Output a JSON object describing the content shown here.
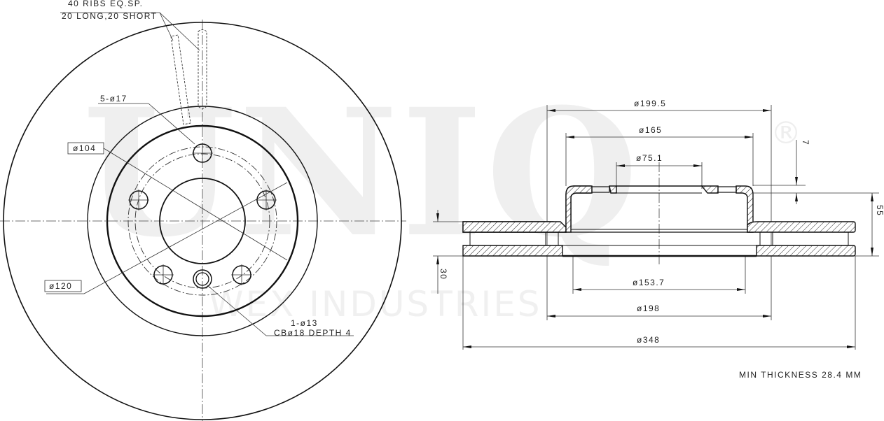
{
  "watermark": {
    "brand": "UNIQ",
    "registered": "®",
    "company": "WEX INDUSTRIES"
  },
  "front_view": {
    "ribs_note_line1": "40 RIBS EQ.SP.",
    "ribs_note_line2": "20 LONG,20 SHORT",
    "bolt_holes_label": "5-ø17",
    "pcd_label": "ø104",
    "hub_label": "ø120",
    "locator_hole_line1": "1-ø13",
    "locator_hole_line2": "CBø18 DEPTH 4"
  },
  "section_view": {
    "dims": {
      "d199_5": "ø199.5",
      "d165": "ø165",
      "d75_1": "ø75.1",
      "d153_7": "ø153.7",
      "d198": "ø198",
      "d348": "ø348",
      "height_7": "7",
      "height_55": "55",
      "thickness_30": "30"
    },
    "note": "MIN THICKNESS 28.4 MM"
  },
  "colors": {
    "line": "#111111",
    "watermark": "#efefef",
    "background": "#ffffff"
  }
}
